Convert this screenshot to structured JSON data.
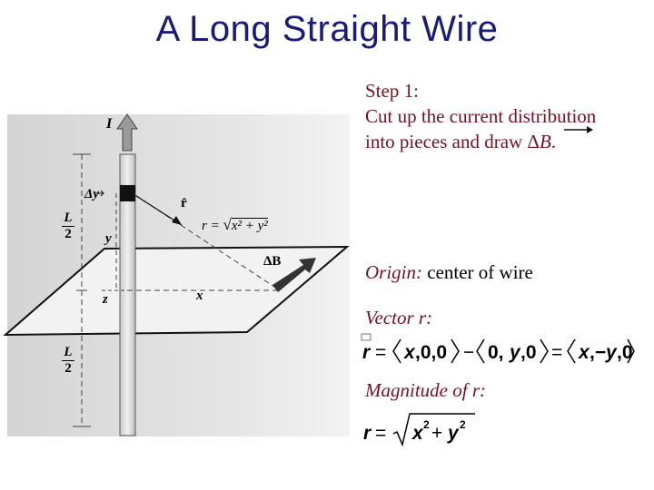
{
  "title": "A Long Straight Wire",
  "step": {
    "heading": "Step 1:",
    "line1": "Cut up the current distribution",
    "line2_prefix": "into pieces and draw ",
    "line2_delta": "Δ",
    "line2_b": "B",
    "line2_end": "."
  },
  "origin": {
    "label": "Origin:",
    "value": " center of wire"
  },
  "vector_r": {
    "label": "Vector r:"
  },
  "magnitude_r": {
    "label": "Magnitude of r:"
  },
  "figure": {
    "I": "I",
    "delta_y": "Δy",
    "r_hat": "r̂",
    "r_eq": "r = ",
    "x2y2": "x² + y²",
    "L": "L",
    "two": "2",
    "y": "y",
    "z": "z",
    "x": "x",
    "delta_B": "ΔB"
  }
}
